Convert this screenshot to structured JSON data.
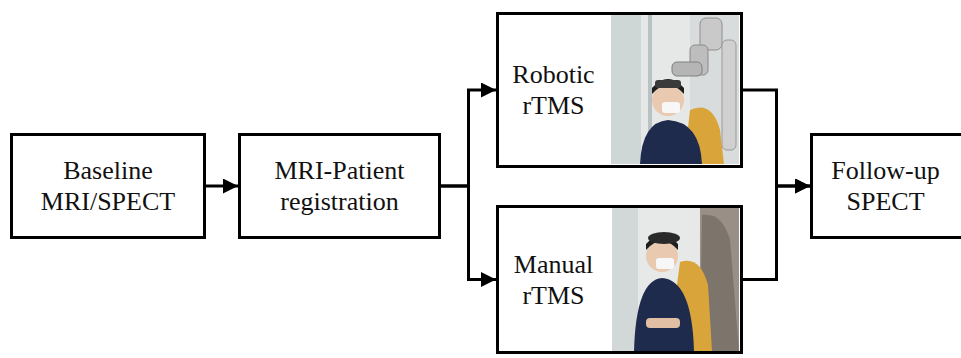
{
  "diagram": {
    "nodes": [
      {
        "text": [
          "Baseline MRI/SPECT"
        ]
      },
      {
        "text": [
          "MRI-Patient registration"
        ]
      },
      {
        "text": [
          "Robotic rTMS"
        ]
      },
      {
        "text": [
          "Manual rTMS"
        ]
      },
      {
        "text": [
          "Follow-up SPECT"
        ]
      }
    ],
    "edges": [
      {
        "from": 0,
        "to": 1,
        "arrow": "to"
      },
      {
        "from": 1,
        "to": 2,
        "arrow": "to"
      },
      {
        "from": 1,
        "to": 3,
        "arrow": "to"
      },
      {
        "from": 2,
        "to": 4,
        "arrow": "to"
      },
      {
        "from": 3,
        "to": 4,
        "arrow": "to"
      }
    ]
  }
}
